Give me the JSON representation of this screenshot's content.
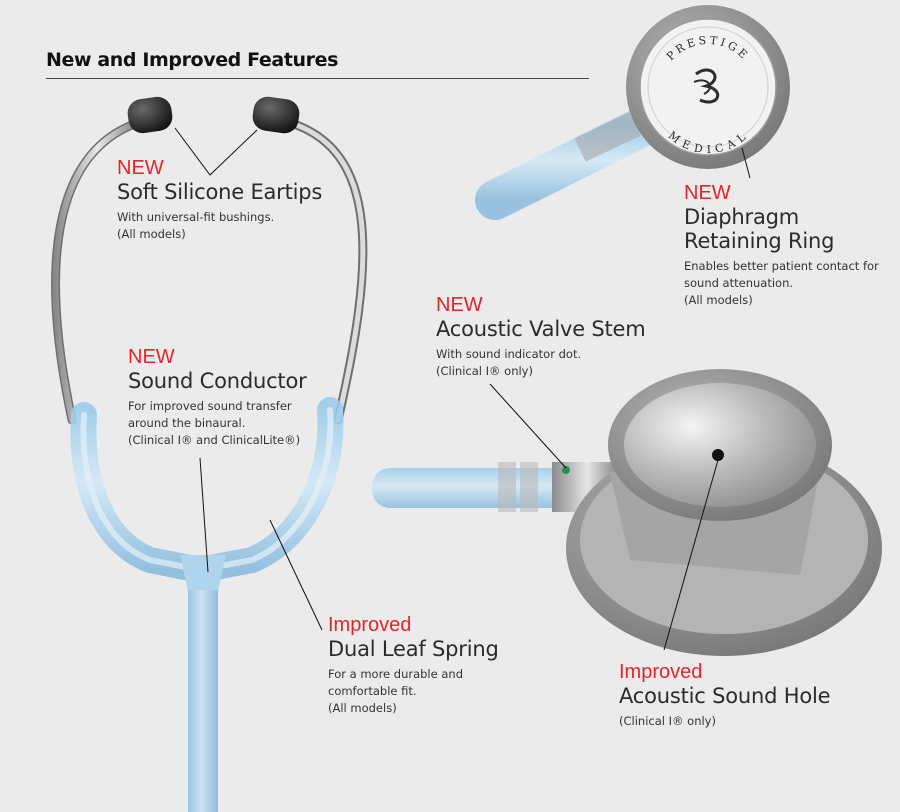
{
  "heading": "New and Improved Features",
  "accent_color": "#e2262b",
  "seal_text": {
    "top": "PRESTIGE",
    "bottom": "MEDICAL"
  },
  "callouts": {
    "eartips": {
      "tag": "NEW",
      "title": "Soft Silicone Eartips",
      "desc": [
        "With universal-fit bushings.",
        "(All models)"
      ]
    },
    "ring": {
      "tag": "NEW",
      "title_lines": [
        "Diaphragm",
        "Retaining Ring"
      ],
      "desc": [
        "Enables better patient contact for",
        "sound attenuation.",
        "(All models)"
      ]
    },
    "valve": {
      "tag": "NEW",
      "title": "Acoustic Valve Stem",
      "desc": [
        "With sound indicator dot.",
        "(Clinical I® only)"
      ]
    },
    "conductor": {
      "tag": "NEW",
      "title": "Sound Conductor",
      "desc": [
        "For improved sound transfer",
        "around the binaural.",
        "(Clinical I® and ClinicalLite®)"
      ]
    },
    "spring": {
      "tag": "Improved",
      "title": "Dual Leaf Spring",
      "desc": [
        "For a more durable and",
        "comfortable fit.",
        "(All models)"
      ]
    },
    "hole": {
      "tag": "Improved",
      "title": "Acoustic Sound Hole",
      "desc": [
        "(Clinical I® only)"
      ]
    }
  }
}
